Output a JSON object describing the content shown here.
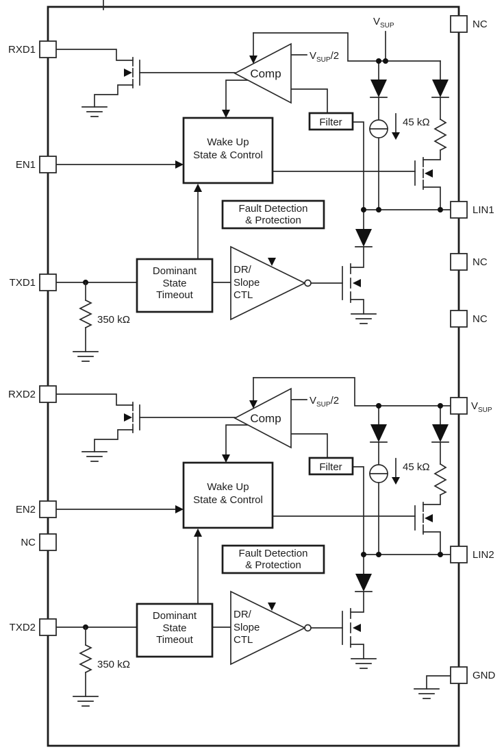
{
  "diagram": {
    "pins": {
      "left": [
        {
          "label": "RXD1"
        },
        {
          "label": "EN1"
        },
        {
          "label": "TXD1"
        },
        {
          "label": "RXD2"
        },
        {
          "label": "EN2"
        },
        {
          "label": "NC"
        },
        {
          "label": "TXD2"
        }
      ],
      "right": [
        {
          "label": "NC"
        },
        {
          "label": "LIN1"
        },
        {
          "label": "NC"
        },
        {
          "label": "NC"
        },
        {
          "label": "V",
          "sub": "SUP"
        },
        {
          "label": "LIN2"
        },
        {
          "label": "GND"
        }
      ]
    },
    "blocks": {
      "comp": "Comp",
      "filter": "Filter",
      "wake_up": {
        "line1": "Wake Up",
        "line2": "State & Control"
      },
      "fault": {
        "line1": "Fault Detection",
        "line2": "& Protection"
      },
      "dominant": {
        "line1": "Dominant",
        "line2": "State",
        "line3": "Timeout"
      },
      "driver": {
        "line1": "DR/",
        "line2": "Slope",
        "line3": "CTL"
      }
    },
    "labels": {
      "vsup": {
        "main": "V",
        "sub": "SUP"
      },
      "vsup_half": {
        "main": "V",
        "sub": "SUP",
        "suffix": "/2"
      },
      "pullup_resistor": "45 kΩ",
      "txd_resistor": "350 kΩ"
    },
    "colors": {
      "line": "#222222",
      "background": "#ffffff"
    }
  }
}
